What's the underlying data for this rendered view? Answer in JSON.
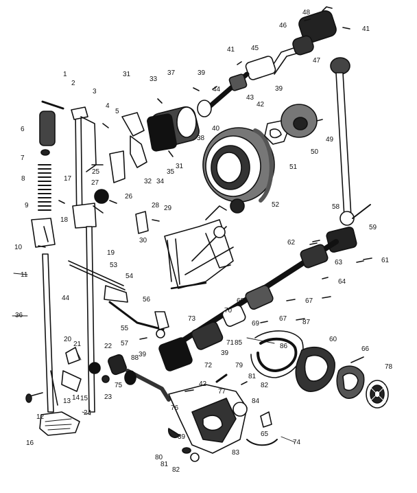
{
  "diagram": {
    "type": "exploded-parts-view",
    "ink_color": "#111111",
    "background": "#ffffff",
    "labels": [
      {
        "id": "l48",
        "text": "48"
      },
      {
        "id": "l46",
        "text": "46"
      },
      {
        "id": "l41a",
        "text": "41"
      },
      {
        "id": "l47",
        "text": "47"
      },
      {
        "id": "l41b",
        "text": "41"
      },
      {
        "id": "l45",
        "text": "45"
      },
      {
        "id": "l1",
        "text": "1"
      },
      {
        "id": "l2",
        "text": "2"
      },
      {
        "id": "l3",
        "text": "3"
      },
      {
        "id": "l31a",
        "text": "31"
      },
      {
        "id": "l33",
        "text": "33"
      },
      {
        "id": "l37",
        "text": "37"
      },
      {
        "id": "l39a",
        "text": "39"
      },
      {
        "id": "l44a",
        "text": "44"
      },
      {
        "id": "l39b",
        "text": "39"
      },
      {
        "id": "l43",
        "text": "43"
      },
      {
        "id": "l42a",
        "text": "42"
      },
      {
        "id": "l40",
        "text": "40"
      },
      {
        "id": "l4",
        "text": "4"
      },
      {
        "id": "l5",
        "text": "5"
      },
      {
        "id": "l6",
        "text": "6"
      },
      {
        "id": "l38",
        "text": "38"
      },
      {
        "id": "l31b",
        "text": "31"
      },
      {
        "id": "l50",
        "text": "50"
      },
      {
        "id": "l49",
        "text": "49"
      },
      {
        "id": "l51",
        "text": "51"
      },
      {
        "id": "l7",
        "text": "7"
      },
      {
        "id": "l25",
        "text": "25"
      },
      {
        "id": "l27",
        "text": "27"
      },
      {
        "id": "l32",
        "text": "32"
      },
      {
        "id": "l34",
        "text": "34"
      },
      {
        "id": "l35",
        "text": "35"
      },
      {
        "id": "l8",
        "text": "8"
      },
      {
        "id": "l17",
        "text": "17"
      },
      {
        "id": "l52",
        "text": "52"
      },
      {
        "id": "l26",
        "text": "26"
      },
      {
        "id": "l28",
        "text": "28"
      },
      {
        "id": "l29",
        "text": "29"
      },
      {
        "id": "l58",
        "text": "58"
      },
      {
        "id": "l9",
        "text": "9"
      },
      {
        "id": "l18",
        "text": "18"
      },
      {
        "id": "l59",
        "text": "59"
      },
      {
        "id": "l30",
        "text": "30"
      },
      {
        "id": "l10",
        "text": "10"
      },
      {
        "id": "l19",
        "text": "19"
      },
      {
        "id": "l62",
        "text": "62"
      },
      {
        "id": "l61",
        "text": "61"
      },
      {
        "id": "l63",
        "text": "63"
      },
      {
        "id": "l53",
        "text": "53"
      },
      {
        "id": "l11",
        "text": "11"
      },
      {
        "id": "l54",
        "text": "54"
      },
      {
        "id": "l64",
        "text": "64"
      },
      {
        "id": "l44b",
        "text": "44"
      },
      {
        "id": "l56",
        "text": "56"
      },
      {
        "id": "l68",
        "text": "68"
      },
      {
        "id": "l67a",
        "text": "67"
      },
      {
        "id": "l36",
        "text": "36"
      },
      {
        "id": "l55",
        "text": "55"
      },
      {
        "id": "l70",
        "text": "70"
      },
      {
        "id": "l69",
        "text": "69"
      },
      {
        "id": "l67b",
        "text": "67"
      },
      {
        "id": "l87",
        "text": "87"
      },
      {
        "id": "l73",
        "text": "73"
      },
      {
        "id": "l57",
        "text": "57"
      },
      {
        "id": "l39c",
        "text": "39"
      },
      {
        "id": "l71",
        "text": "71"
      },
      {
        "id": "l85",
        "text": "85"
      },
      {
        "id": "l86",
        "text": "86"
      },
      {
        "id": "l60",
        "text": "60"
      },
      {
        "id": "l20",
        "text": "20"
      },
      {
        "id": "l21",
        "text": "21"
      },
      {
        "id": "l22",
        "text": "22"
      },
      {
        "id": "l88",
        "text": "88"
      },
      {
        "id": "l39d",
        "text": "39"
      },
      {
        "id": "l66",
        "text": "66"
      },
      {
        "id": "l72",
        "text": "72"
      },
      {
        "id": "l79",
        "text": "79"
      },
      {
        "id": "l78",
        "text": "78"
      },
      {
        "id": "l13",
        "text": "13"
      },
      {
        "id": "l14",
        "text": "14"
      },
      {
        "id": "l15",
        "text": "15"
      },
      {
        "id": "l23",
        "text": "23"
      },
      {
        "id": "l75",
        "text": "75"
      },
      {
        "id": "l42b",
        "text": "42"
      },
      {
        "id": "l81a",
        "text": "81"
      },
      {
        "id": "l82a",
        "text": "82"
      },
      {
        "id": "l77",
        "text": "77"
      },
      {
        "id": "l84",
        "text": "84"
      },
      {
        "id": "l12",
        "text": "12"
      },
      {
        "id": "l24",
        "text": "24"
      },
      {
        "id": "l76",
        "text": "76"
      },
      {
        "id": "l65",
        "text": "65"
      },
      {
        "id": "l39e",
        "text": "39"
      },
      {
        "id": "l74",
        "text": "74"
      },
      {
        "id": "l16",
        "text": "16"
      },
      {
        "id": "l83",
        "text": "83"
      },
      {
        "id": "l80",
        "text": "80"
      },
      {
        "id": "l81b",
        "text": "81"
      },
      {
        "id": "l82b",
        "text": "82"
      }
    ]
  }
}
